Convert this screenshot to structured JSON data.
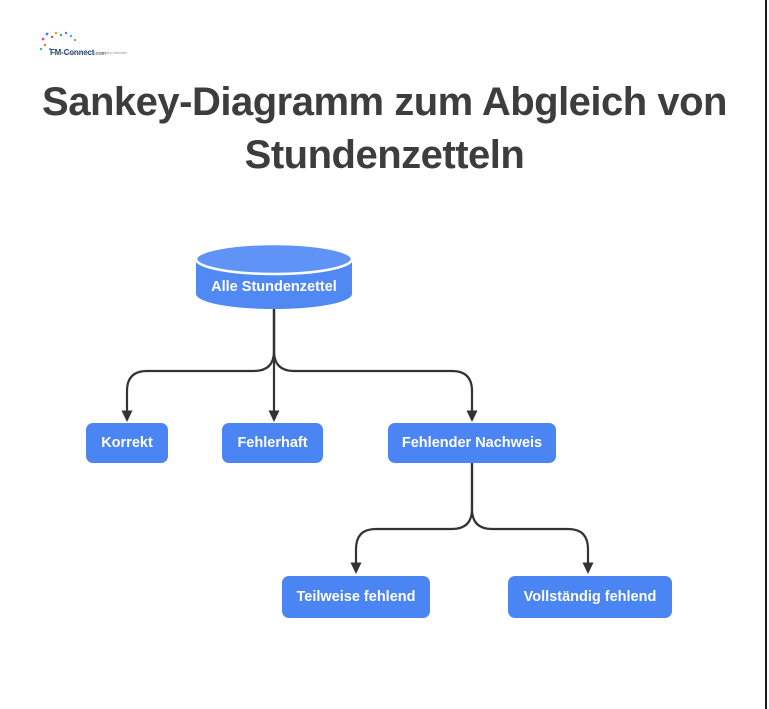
{
  "page": {
    "background": "#ffffff",
    "accent_blue": "#4a85f3",
    "cylinder_blue": "#5089f4",
    "arrow_color": "#333333",
    "title_color": "#3d3d3d"
  },
  "logo": {
    "brand": "FM-Connect",
    "domain": ".com",
    "tagline": "Das FM-Sachverständigen- und Ingenieur-Netzwerk"
  },
  "title": {
    "line1": "Sankey-Diagramm zum Abgleich von",
    "line2": "Stundenzetteln"
  },
  "diagram": {
    "root": {
      "label": "Alle Stundenzettel",
      "shape": "cylinder"
    },
    "level1": [
      {
        "label": "Korrekt"
      },
      {
        "label": "Fehlerhaft"
      },
      {
        "label": "Fehlender Nachweis"
      }
    ],
    "level2": [
      {
        "label": "Teilweise fehlend"
      },
      {
        "label": "Vollständig fehlend"
      }
    ],
    "edges": [
      {
        "from": "Alle Stundenzettel",
        "to": "Korrekt"
      },
      {
        "from": "Alle Stundenzettel",
        "to": "Fehlerhaft"
      },
      {
        "from": "Alle Stundenzettel",
        "to": "Fehlender Nachweis"
      },
      {
        "from": "Fehlender Nachweis",
        "to": "Teilweise fehlend"
      },
      {
        "from": "Fehlender Nachweis",
        "to": "Vollständig fehlend"
      }
    ]
  }
}
